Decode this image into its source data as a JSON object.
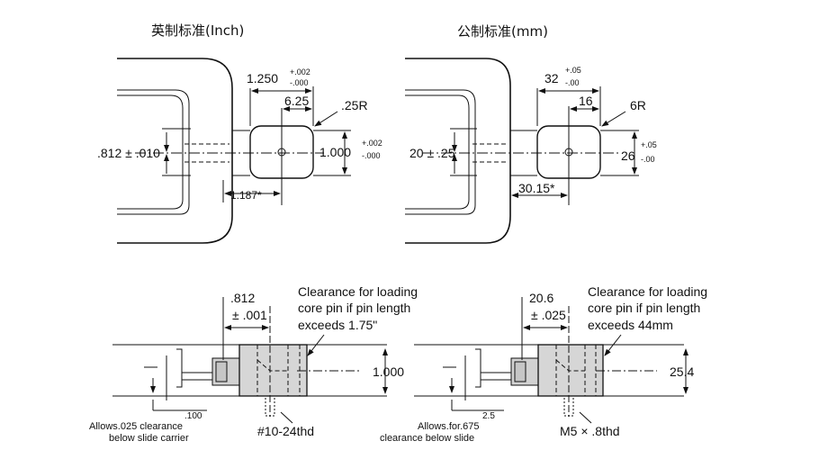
{
  "titles": {
    "inch": "英制标准(Inch)",
    "metric": "公制标准(mm)"
  },
  "inch_top": {
    "width_nominal": "1.250",
    "width_tol_plus": "+.002",
    "width_tol_minus": "-.000",
    "half_width": "6.25",
    "radius": ".25R",
    "slot_width": ".812 ± .010",
    "height_nominal": "1.000",
    "height_tol_plus": "+.002",
    "height_tol_minus": "-.000",
    "offset": "1.187*"
  },
  "metric_top": {
    "width_nominal": "32",
    "width_tol_plus": "+.05",
    "width_tol_minus": "-.00",
    "half_width": "16",
    "radius": "6R",
    "slot_width": "20 ± .25",
    "height_nominal": "26",
    "height_tol_plus": "+.05",
    "height_tol_minus": "-.00",
    "offset": "30.15*"
  },
  "inch_bottom": {
    "pin_offset_1": ".812",
    "pin_offset_2": "± .001",
    "note_line1": "Clearance for loading",
    "note_line2": "core pin if pin length",
    "note_line3": "exceeds 1.75\"",
    "height": "1.000",
    "clearance_value": ".100",
    "clearance_line1": "Allows.025 clearance",
    "clearance_line2": "below slide carrier",
    "thread": "#10-24thd"
  },
  "metric_bottom": {
    "pin_offset_1": "20.6",
    "pin_offset_2": "± .025",
    "note_line1": "Clearance for loading",
    "note_line2": "core pin if pin length",
    "note_line3": "exceeds 44mm",
    "height": "25.4",
    "clearance_value": "2.5",
    "clearance_line1": "Allows.for.675",
    "clearance_line2": "clearance below slide",
    "thread": "M5 × .8thd"
  }
}
